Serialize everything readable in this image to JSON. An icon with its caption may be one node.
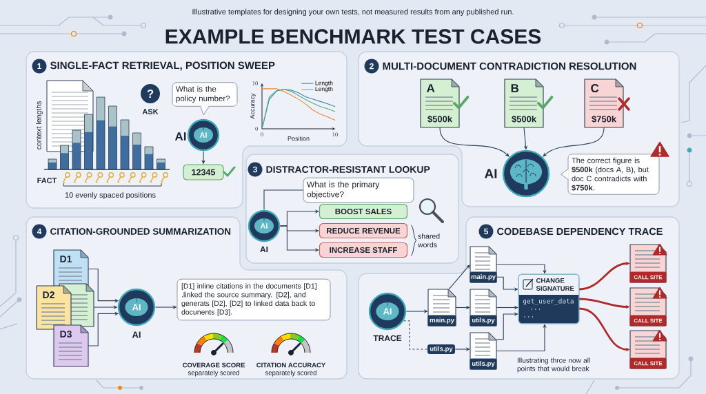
{
  "diagram": {
    "title": "EXAMPLE BENCHMARK TEST CASES",
    "nodes": [
      {
        "text": [
          "1",
          "SINGLE-FACT RETRIEVAL, POSITION SWEEP"
        ]
      },
      {
        "text": [
          "?"
        ],
        "beside": [
          "ASK"
        ],
        "in": 0
      },
      {
        "text": [
          "What is the policy number?"
        ],
        "in": 0
      },
      {
        "text": [
          "AI"
        ],
        "beside": [
          "AI"
        ],
        "in": 0
      },
      {
        "text": [
          "12345"
        ],
        "in": 0
      },
      {
        "text": [
          "2",
          "MULTI-DOCUMENT CONTRADICTION RESOLUTION"
        ]
      },
      {
        "text": [
          "A",
          "$500k"
        ],
        "in": 5
      },
      {
        "text": [
          "B",
          "$500k"
        ],
        "in": 5
      },
      {
        "text": [
          "C",
          "$750k"
        ],
        "in": 5
      },
      {
        "text": [],
        "shape": "circle",
        "beside": [
          "AI"
        ],
        "in": 5
      },
      {
        "text": [
          "The correct figure is **$500k** (docs A, B), but doc C contradicts with **$750k**."
        ],
        "in": 5
      },
      {
        "text": [
          "3",
          "DISTRACTOR-RESISTANT LOOKUP"
        ]
      },
      {
        "text": [
          "AI"
        ],
        "beside": [
          "AI"
        ],
        "in": 11
      },
      {
        "text": [
          "What is the primary objective?"
        ],
        "in": 11
      },
      {
        "text": [
          "BOOST SALES"
        ],
        "in": 11
      },
      {
        "text": [
          "REDUCE REVENUE"
        ],
        "in": 11
      },
      {
        "text": [
          "INCREASE STAFF"
        ],
        "in": 11
      },
      {
        "text": [
          "4",
          "CITATION-GROUNDED SUMMARIZATION"
        ]
      },
      {
        "text": [
          "D1"
        ],
        "in": 17
      },
      {
        "text": [],
        "shape": "document",
        "in": 17
      },
      {
        "text": [
          "D2"
        ],
        "in": 17
      },
      {
        "text": [
          "D3"
        ],
        "in": 17
      },
      {
        "text": [
          "AI"
        ],
        "beside": [
          "AI"
        ],
        "in": 17
      },
      {
        "text": [
          "[D1] inline citations in the documents [D1] .linked the source summary. [D2], and generats [D2], [D2] to linked data back to docunents [D3]."
        ],
        "in": 17
      },
      {
        "text": [
          "5",
          "CODEBASE DEPENDENCY TRACE"
        ]
      },
      {
        "text": [
          "AI"
        ],
        "beside": [
          "TRACE"
        ],
        "in": 24
      },
      {
        "text": [
          "main.py"
        ],
        "in": 24
      },
      {
        "text": [
          "main.py"
        ],
        "in": 24
      },
      {
        "text": [
          "utils.py"
        ],
        "in": 24
      },
      {
        "text": [
          "utils.py"
        ],
        "in": 24
      },
      {
        "text": [
          "utils.py"
        ],
        "in": 24
      },
      {
        "text": [
          "CHANGE SIGNATURE",
          "get_user_data",
          "...",
          "..."
        ],
        "in": 24
      },
      {
        "text": [
          "CALL SITE"
        ],
        "in": 24
      },
      {
        "text": [
          "CALL SITE"
        ],
        "in": 24
      },
      {
        "text": [
          "CALL SITE"
        ],
        "in": 24
      }
    ],
    "edges": [
      {
        "from": 3,
        "to": 4,
        "arrow": "to"
      },
      {
        "from": 6,
        "to": 9,
        "arrow": "to"
      },
      {
        "from": 7,
        "to": 9,
        "arrow": "to"
      },
      {
        "from": 8,
        "to": 9,
        "arrow": "to"
      },
      {
        "from": 12,
        "to": 13,
        "arrow": "none"
      },
      {
        "from": 12,
        "to": 14,
        "arrow": "to"
      },
      {
        "from": 12,
        "to": 15,
        "arrow": "to"
      },
      {
        "from": 12,
        "to": 16,
        "arrow": "to"
      },
      {
        "from": 18,
        "to": 22,
        "arrow": "to"
      },
      {
        "from": 19,
        "to": 22,
        "arrow": "to"
      },
      {
        "from": 21,
        "to": 22,
        "arrow": "to"
      },
      {
        "from": 22,
        "to": 23,
        "arrow": "to"
      },
      {
        "from": 25,
        "to": 26,
        "arrow": "to"
      },
      {
        "from": 25,
        "to": 29,
        "arrow": "none",
        "style": "dashed"
      },
      {
        "from": 26,
        "to": 27,
        "arrow": "to"
      },
      {
        "from": 26,
        "to": 28,
        "arrow": "to"
      },
      {
        "from": 29,
        "to": 30,
        "arrow": "to"
      },
      {
        "from": 27,
        "to": 31,
        "arrow": "to"
      },
      {
        "from": 27,
        "to": 31,
        "arrow": "to"
      },
      {
        "from": 28,
        "to": 31,
        "arrow": "to"
      },
      {
        "from": 30,
        "to": 31,
        "arrow": "to"
      },
      {
        "from": 30,
        "to": 31,
        "arrow": "to"
      },
      {
        "from": 31,
        "to": 32,
        "arrow": "to",
        "style": "thick",
        "color": "#b02a2a"
      },
      {
        "from": 31,
        "to": 33,
        "arrow": "to",
        "style": "thick",
        "color": "#b02a2a"
      },
      {
        "from": 31,
        "to": 34,
        "arrow": "to",
        "style": "thick",
        "color": "#b02a2a"
      }
    ],
    "labels": [
      "Illustrative templates for designing your own tests, not measured results from any published run.",
      "context lengths",
      "FACT",
      "10 evenly spaced positions",
      "shared words",
      "COVERAGE SCORE",
      "separately scored",
      "CITATION ACCURACY",
      "separately scored",
      "Illustrating thrce now all points that would break"
    ],
    "chart_data": {
      "type": "line",
      "xlabel": "Position",
      "ylabel": "Accuracy",
      "x": [
        0,
        1,
        2,
        3,
        4,
        5,
        6,
        7,
        8,
        9,
        10
      ],
      "series": [
        {
          "name": "Length",
          "color": "#3b7fc4",
          "values": [
            0,
            6.5,
            8.3,
            8.7,
            8.5,
            7.9,
            7.0,
            6.5,
            6.0,
            5.5,
            4.9
          ]
        },
        {
          "name": "Length",
          "color": "#e8883a",
          "values": [
            8.8,
            8.8,
            8.8,
            8.2,
            7.4,
            6.5,
            5.4,
            4.1,
            3.2,
            2.6,
            1.9
          ]
        },
        {
          "color": "#4cb07a",
          "values": [
            0,
            7.0,
            8.4,
            8.7,
            8.2,
            7.3,
            6.4,
            5.6,
            4.9,
            4.4,
            3.8
          ]
        }
      ],
      "xlim": [
        0,
        10
      ],
      "ylim": [
        0,
        10
      ],
      "xticks": [
        0,
        10
      ],
      "yticks": [
        0,
        10
      ]
    }
  }
}
